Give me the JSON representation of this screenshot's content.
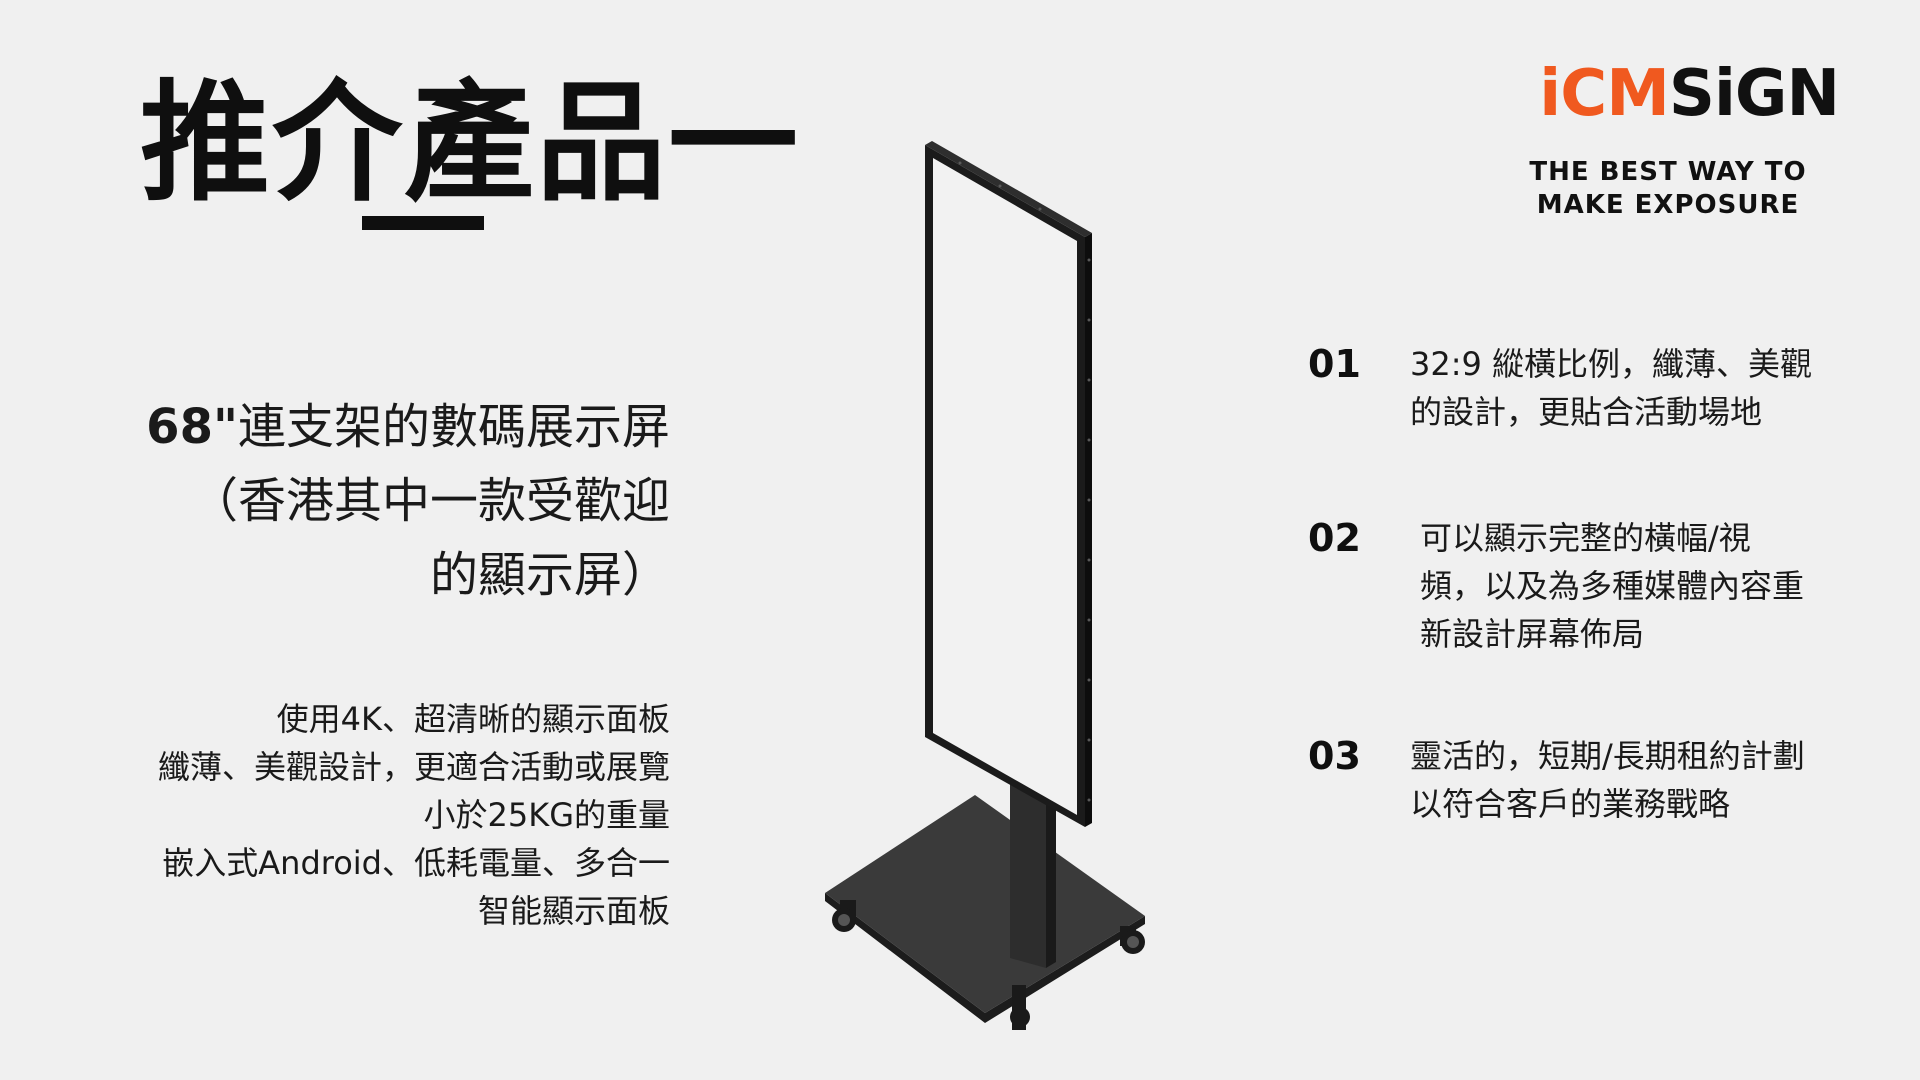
{
  "title": {
    "text": "推介產品一"
  },
  "logo": {
    "part_orange": "iCM",
    "part_dark": "SiGN",
    "orange_color": "#f0591f"
  },
  "tagline": {
    "line1": "THE BEST WAY TO",
    "line2": "MAKE EXPOSURE"
  },
  "headline": {
    "size": "68\"",
    "line1_rest": "連支架的數碼展示屏",
    "line2": "（香港其中一款受歡迎",
    "line3": "的顯示屏）"
  },
  "features": [
    "使用4K、超清晰的顯示面板",
    "纖薄、美觀設計，更適合活動或展覽",
    "小於25KG的重量",
    "嵌入式Android、低耗電量、多合一",
    "智能顯示面板"
  ],
  "points": [
    {
      "number": "01",
      "lines": [
        "32:9 縱橫比例，纖薄、美觀",
        "的設計，更貼合活動場地"
      ]
    },
    {
      "number": "02",
      "lines": [
        "可以顯示完整的橫幅/視",
        "頻，以及為多種媒體內容重",
        "新設計屏幕佈局"
      ]
    },
    {
      "number": "03",
      "lines": [
        "靈活的，短期/長期租約計劃",
        "以符合客戶的業務戰略"
      ]
    }
  ]
}
